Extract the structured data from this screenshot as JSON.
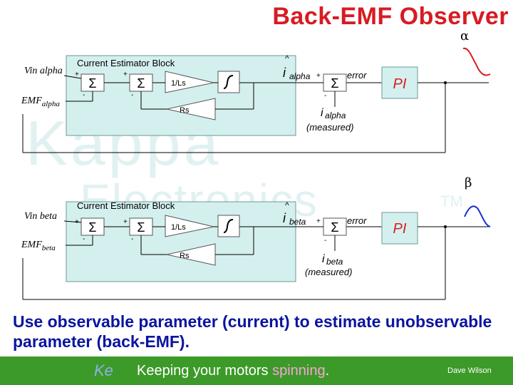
{
  "slide": {
    "title": "Back-EMF Observer",
    "alpha_symbol": "α",
    "beta_symbol": "β",
    "watermark": {
      "line1": "Kappa",
      "line2": "Electronics",
      "tm": "TM"
    },
    "alpha_path": {
      "block_label": "Current Estimator Block",
      "input_voltage": "Vin alpha",
      "input_emf_main": "EMF",
      "input_emf_sub": "alpha",
      "sum1_plus": "+",
      "sum1_minus": "-",
      "sum2_plus": "+",
      "sum2_minus": "-",
      "sigma": "Σ",
      "gain_label": "1/Ls",
      "resistor_label": "Rs",
      "estimate_hat": "^",
      "estimate_main": "i",
      "estimate_sub": "alpha",
      "sum3_plus": "+",
      "sum3_minus": "-",
      "error_label": "error",
      "pi_label": "PI",
      "measured_main": "i",
      "measured_sub": "alpha",
      "measured_note": "(measured)"
    },
    "beta_path": {
      "block_label": "Current Estimator Block",
      "input_voltage": "Vin beta",
      "input_emf_main": "EMF",
      "input_emf_sub": "beta",
      "sum1_plus": "+",
      "sum1_minus": "-",
      "sum2_plus": "+",
      "sum2_minus": "-",
      "sigma": "Σ",
      "gain_label": "1/Ls",
      "resistor_label": "Rs",
      "estimate_hat": "^",
      "estimate_main": "i",
      "estimate_sub": "beta",
      "sum3_plus": "+",
      "sum3_minus": "-",
      "error_label": "error",
      "pi_label": "PI",
      "measured_main": "i",
      "measured_sub": "beta",
      "measured_note": "(measured)"
    },
    "description": "Use observable parameter (current) to estimate unobservable parameter (back-EMF).",
    "footer": {
      "slogan_prefix": "Keeping your motors ",
      "slogan_accent": "spinning",
      "slogan_suffix": ".",
      "logo_text": "Ke",
      "author": "Dave Wilson"
    },
    "colors": {
      "title": "#d81b23",
      "block_fill": "#d4f0ee",
      "block_outline": "#6b9896",
      "wire": "#000000",
      "text_blue": "#0a14a0",
      "footer_bg": "#3c9a28",
      "accent_pink": "#f4a6d6"
    }
  }
}
